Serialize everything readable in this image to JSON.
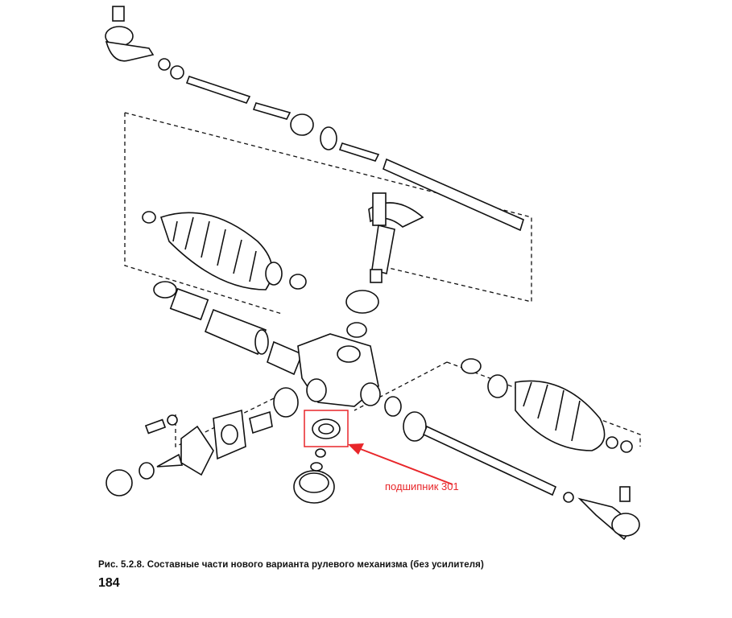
{
  "figure": {
    "callout_label": "подшипник 301",
    "caption": "Рис. 5.2.8. Составные части нового варианта рулевого механизма (без усилителя)",
    "page_number": "184",
    "highlight_color": "#e8262a"
  }
}
